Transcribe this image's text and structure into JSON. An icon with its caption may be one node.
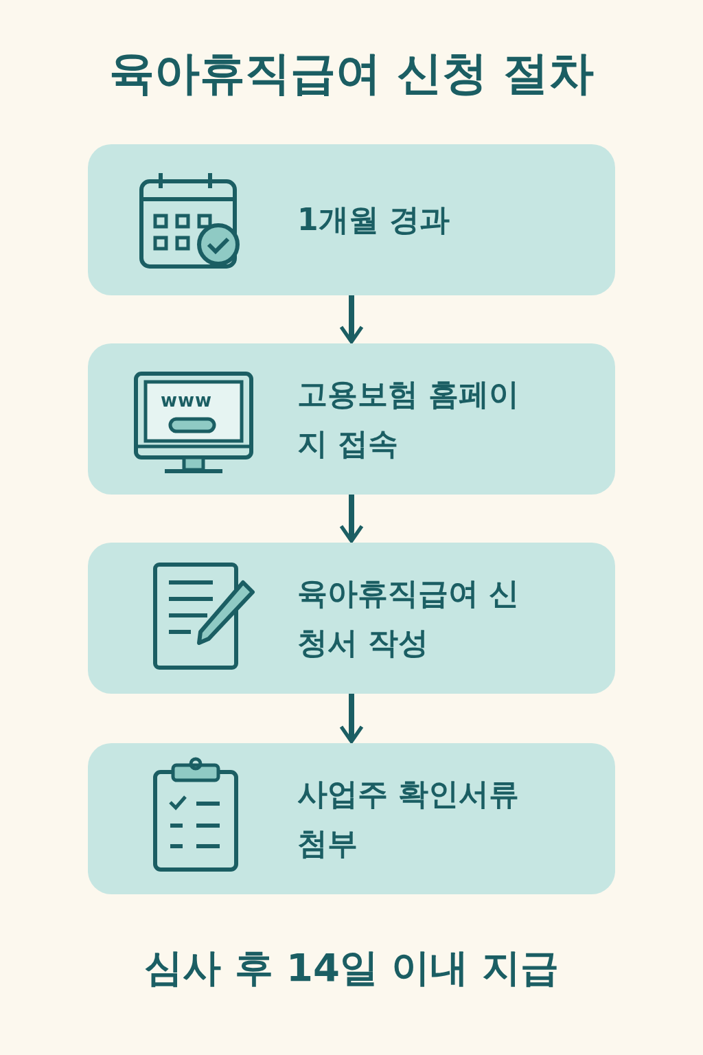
{
  "diagram": {
    "title": "육아휴직급여 신청 절차",
    "nodes": [
      {
        "text": [
          "1개월 경과"
        ]
      },
      {
        "text": [
          "고용보험 홈페이지 접속"
        ]
      },
      {
        "text": [
          "육아휴직급여 신청서 작성"
        ]
      },
      {
        "text": [
          "사업주 확인서류 첨부"
        ]
      }
    ],
    "edges": [
      {
        "from": 0,
        "to": 1,
        "arrow": "to"
      },
      {
        "from": 1,
        "to": 2,
        "arrow": "to"
      },
      {
        "from": 2,
        "to": 3,
        "arrow": "to"
      }
    ],
    "labels": [
      "www",
      "심사 후 14일 이내 지급"
    ]
  }
}
